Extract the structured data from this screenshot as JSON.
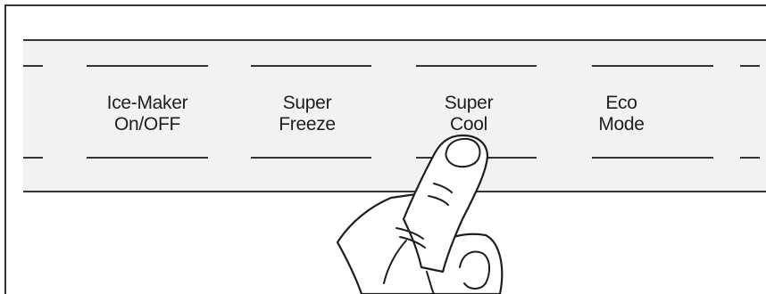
{
  "control_panel": {
    "buttons": [
      {
        "line1": "Ice-Maker",
        "line2": "On/OFF"
      },
      {
        "line1": "Super",
        "line2": "Freeze"
      },
      {
        "line1": "Super",
        "line2": "Cool"
      },
      {
        "line1": "Eco",
        "line2": "Mode"
      }
    ],
    "pressed_button": "Super Cool"
  },
  "colors": {
    "line": "#333333",
    "panel_background": "#f2f2f2",
    "text": "#1e1e1e"
  },
  "icons": {
    "hand": "pointing-hand-icon"
  }
}
